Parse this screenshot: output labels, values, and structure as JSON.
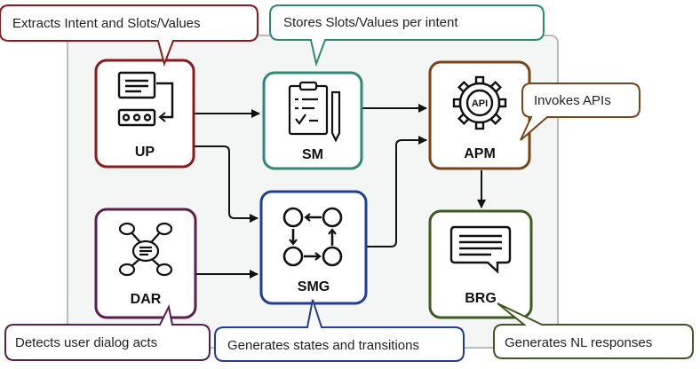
{
  "modules": {
    "up": {
      "label": "UP",
      "color": "#8b1a1a"
    },
    "sm": {
      "label": "SM",
      "color": "#2e8b73"
    },
    "apm": {
      "label": "APM",
      "color": "#7a4419"
    },
    "dar": {
      "label": "DAR",
      "color": "#5a1f4e"
    },
    "smg": {
      "label": "SMG",
      "color": "#1f3f96"
    },
    "brg": {
      "label": "BRG",
      "color": "#3d5a1f"
    }
  },
  "api_icon_text": "API",
  "callouts": {
    "up": "Extracts Intent and Slots/Values",
    "sm": "Stores Slots/Values per intent",
    "apm": "Invokes APIs",
    "dar": "Detects user dialog acts",
    "smg": "Generates states and transitions",
    "brg": "Generates NL responses"
  },
  "colors": {
    "background_panel": "#f4f5f5",
    "panel_border": "#b8bdbd",
    "connector": "#111111"
  }
}
